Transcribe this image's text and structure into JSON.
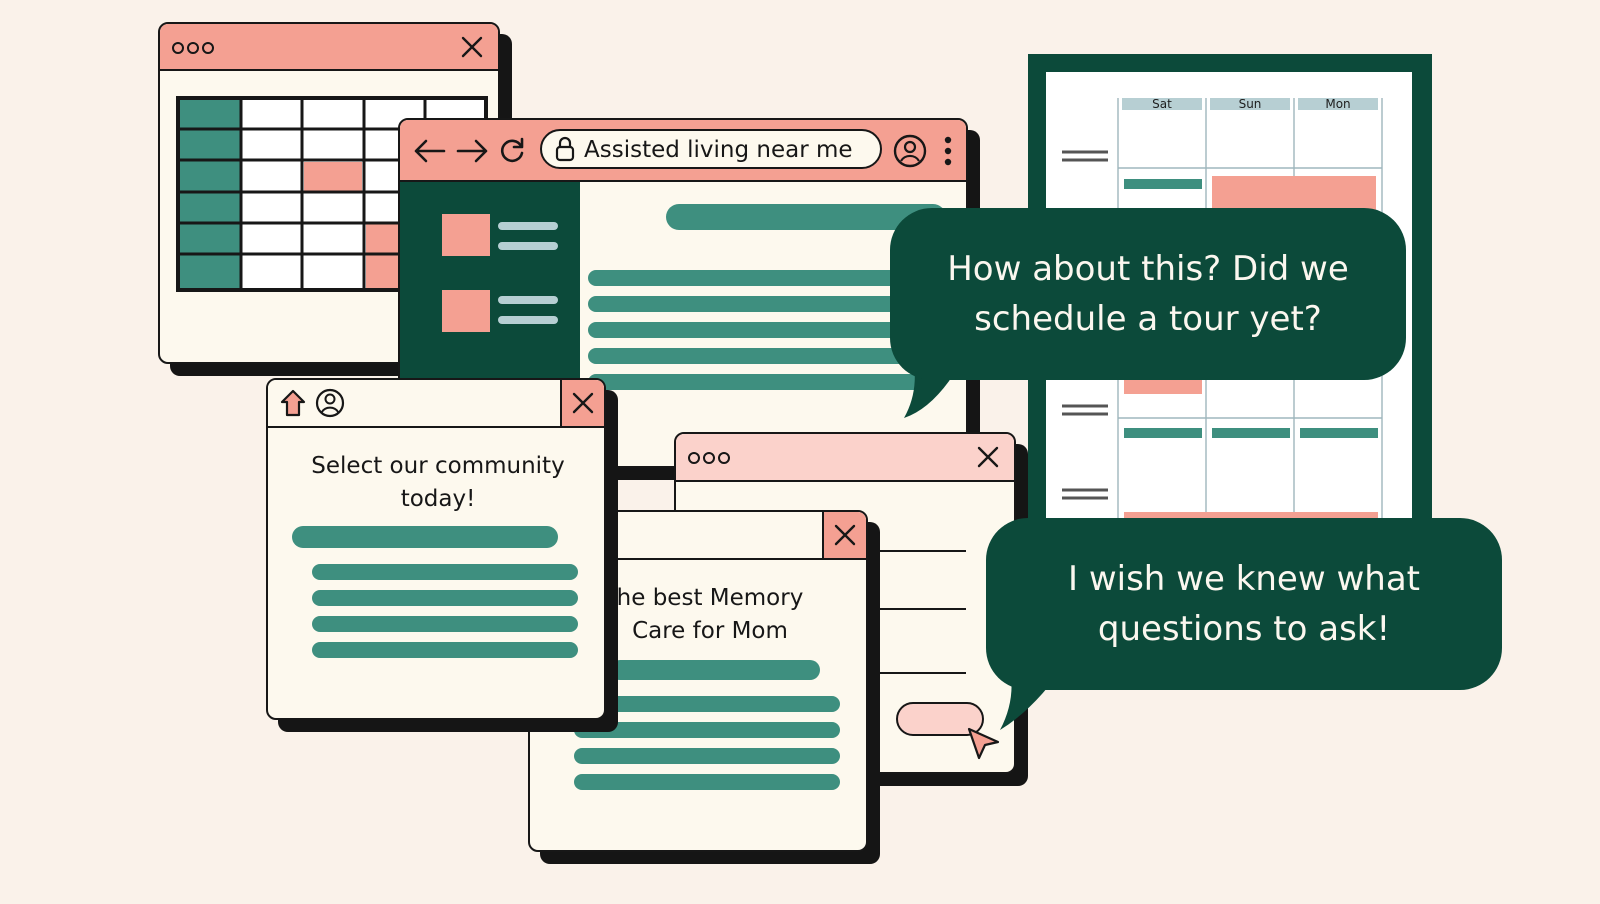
{
  "colors": {
    "background": "#faf2ea",
    "salmon": "#f4a092",
    "pink": "#fbd2cb",
    "teal": "#3e8f7f",
    "dark_green": "#0c4a3a",
    "light_blue": "#b7cfd3",
    "cream": "#fdf9ee"
  },
  "browser": {
    "address_text": "Assisted living near me"
  },
  "calendar": {
    "days": [
      "Sat",
      "Sun",
      "Mon"
    ]
  },
  "community_popup": {
    "heading": "Select our community today!"
  },
  "memory_popup": {
    "heading_line1": "he best Memory",
    "heading_line2": "Care for Mom"
  },
  "bubbles": {
    "top": "How about this? Did we schedule a tour yet?",
    "bottom": "I wish we knew what questions to ask!"
  },
  "icons": [
    "close-icon",
    "back-arrow-icon",
    "forward-arrow-icon",
    "refresh-icon",
    "lock-icon",
    "account-icon",
    "kebab-menu-icon",
    "home-icon",
    "cursor-icon"
  ]
}
